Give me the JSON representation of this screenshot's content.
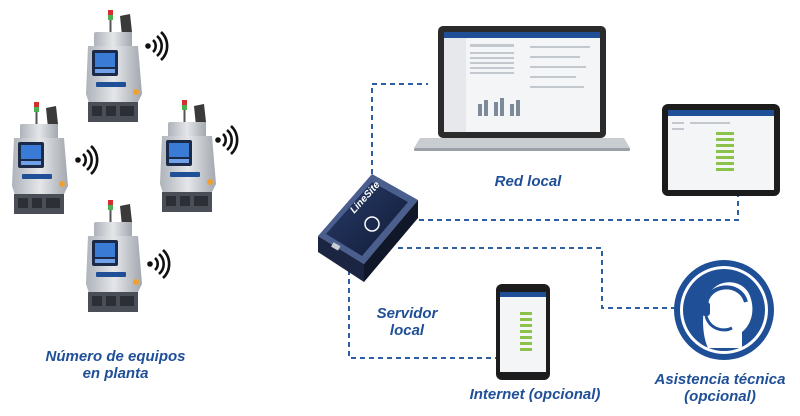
{
  "labels": {
    "equipos_line1": "Número de equipos",
    "equipos_line2": "en planta",
    "red_local": "Red local",
    "servidor_line1": "Servidor",
    "servidor_line2": "local",
    "internet": "Internet (opcional)",
    "asistencia_line1": "Asistencia técnica",
    "asistencia_line2": "(opcional)"
  },
  "device_logo_text": "LineSite",
  "colors": {
    "accent_blue": "#1f4f97",
    "connector_blue": "#2c5fa3",
    "chart_green": "#8bc34a",
    "machine_gray": "#c9ccd1"
  },
  "icons": [
    "wifi-signal-icon",
    "headset-support-icon"
  ]
}
